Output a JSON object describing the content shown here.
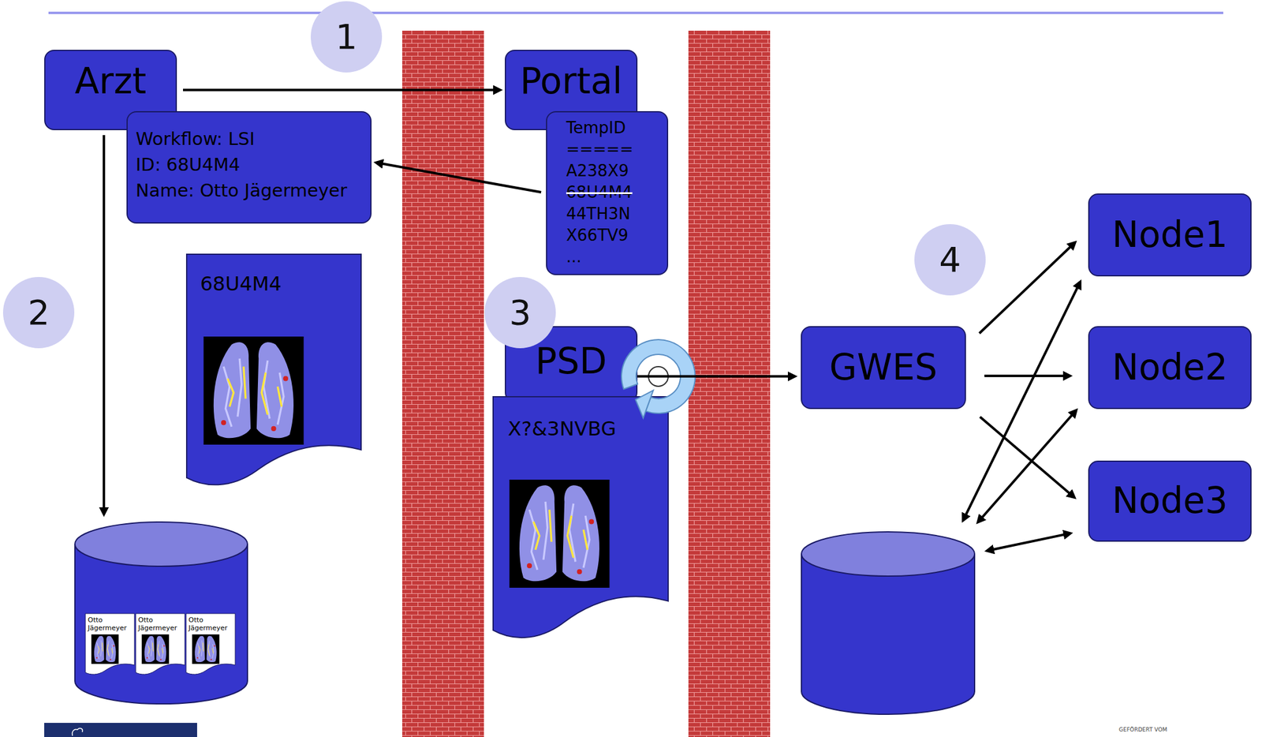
{
  "diagram": {
    "nodes": [
      {
        "text": [
          "Arzt"
        ]
      },
      {
        "text": [
          "Workflow: LSI",
          "ID: 68U4M4",
          "Name: Otto Jägermeyer"
        ]
      },
      {
        "text": [
          "Portal"
        ]
      },
      {
        "text": [
          "TempID",
          "=====",
          "A238X9",
          "68U4M4",
          "44TH3N",
          "X66TV9",
          "..."
        ]
      },
      {
        "text": [
          "68U4M4"
        ]
      },
      {
        "text": [
          "PSD"
        ]
      },
      {
        "text": [
          "X?&3NVBG"
        ]
      },
      {
        "text": []
      },
      {
        "text": [
          "Otto Jägermeyer"
        ],
        "in": 7
      },
      {
        "text": [
          "Otto Jägermeyer"
        ],
        "in": 7
      },
      {
        "text": [
          "Otto Jägermeyer"
        ],
        "in": 7
      },
      {
        "text": [
          "GWES"
        ]
      },
      {
        "text": [
          "Node1"
        ]
      },
      {
        "text": [
          "Node2"
        ]
      },
      {
        "text": [
          "Node3"
        ]
      },
      {
        "text": []
      }
    ],
    "edges": [
      {
        "from": 0,
        "to": 2,
        "arrow": "to"
      },
      {
        "from": 3,
        "to": 1,
        "arrow": "to"
      },
      {
        "from": 0,
        "to": 7,
        "arrow": "to"
      },
      {
        "from": 5,
        "to": 11,
        "arrow": "to"
      },
      {
        "from": 11,
        "to": 12,
        "arrow": "to"
      },
      {
        "from": 11,
        "to": 13,
        "arrow": "to"
      },
      {
        "from": 11,
        "to": 14,
        "arrow": "to"
      },
      {
        "from": 12,
        "to": 15,
        "arrow": "both"
      },
      {
        "from": 13,
        "to": 15,
        "arrow": "both"
      },
      {
        "from": 14,
        "to": 15,
        "arrow": "both"
      }
    ],
    "labels": [
      "1",
      "2",
      "3",
      "4",
      "GEFÖRDERT VOM"
    ]
  }
}
